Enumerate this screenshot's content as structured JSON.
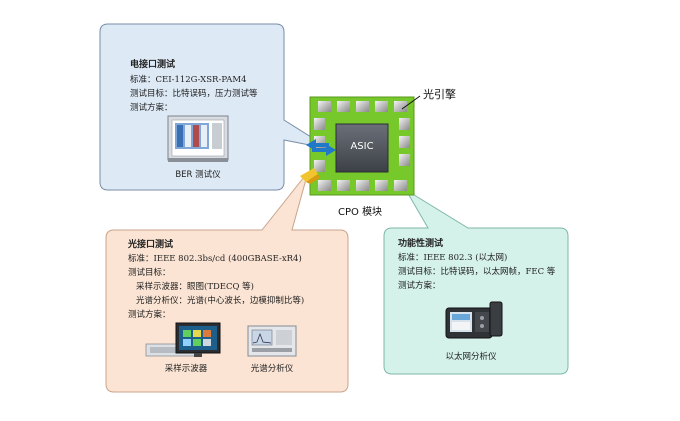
{
  "electrical_box": {
    "title": "电接口测试",
    "standard": "标准：CEI-112G-XSR-PAM4",
    "target": "测试目标：比特误码，压力测试等",
    "plan": "测试方案：",
    "instrument_caption": "BER 测试仪"
  },
  "optical_engine_label": "光引擎",
  "asic_label": "ASIC",
  "module_label": "CPO 模块",
  "optical_box": {
    "title": "光接口测试",
    "standard": "标准：IEEE 802.3bs/cd (400GBASE-xR4)",
    "target": "测试目标：",
    "target_item1": "采样示波器：眼图(TDECQ 等)",
    "target_item2": "光谱分析仪：光谱(中心波长，边模抑制比等)",
    "plan": "测试方案：",
    "caption_scope": "采样示波器",
    "caption_osa": "光谱分析仪"
  },
  "functional_box": {
    "title": "功能性测试",
    "standard": "标准：IEEE 802.3 (以太网)",
    "target": "测试目标：比特误码，以太网帧，FEC 等",
    "plan": "测试方案：",
    "instrument_caption": "以太网分析仪"
  },
  "colors": {
    "blue_box": "#dde9f5",
    "peach_box": "#fbe4d3",
    "teal_box": "#d4f1ea",
    "module_green": "#77c82a",
    "asic": "#555a60"
  }
}
